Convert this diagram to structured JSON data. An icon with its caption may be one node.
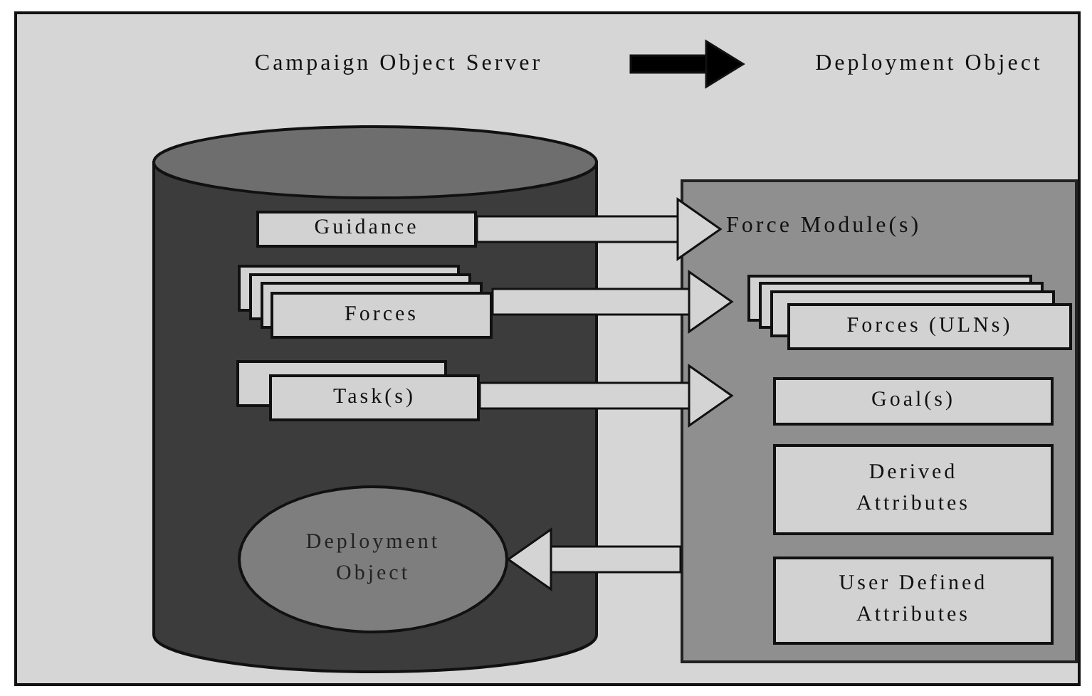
{
  "diagram": {
    "nodes": [
      {
        "text": [
          "Campaign Object Server"
        ]
      },
      {
        "text": [
          "Deployment Object"
        ]
      },
      {
        "text": [],
        "shape": "cylinder"
      },
      {
        "text": [
          "Guidance"
        ],
        "in": 2
      },
      {
        "text": [
          "Forces"
        ],
        "in": 2
      },
      {
        "text": [
          "Task(s)"
        ],
        "in": 2
      },
      {
        "text": [
          "Deployment Object"
        ],
        "in": 2
      },
      {
        "text": [
          "Force Module(s)"
        ]
      },
      {
        "text": [
          "Forces (ULNs)"
        ],
        "in": 7
      },
      {
        "text": [
          "Goal(s)"
        ],
        "in": 7
      },
      {
        "text": [
          "Derived Attributes"
        ],
        "in": 7
      },
      {
        "text": [
          "User Defined Attributes"
        ],
        "in": 7
      }
    ],
    "edges": [
      {
        "from": 0,
        "to": 1,
        "arrow": "to",
        "color": "#000000"
      },
      {
        "from": 3,
        "to": 7,
        "arrow": "to"
      },
      {
        "from": 4,
        "to": 8,
        "arrow": "to"
      },
      {
        "from": 5,
        "to": 9,
        "arrow": "to"
      },
      {
        "from": 7,
        "to": 6,
        "arrow": "to"
      }
    ]
  }
}
